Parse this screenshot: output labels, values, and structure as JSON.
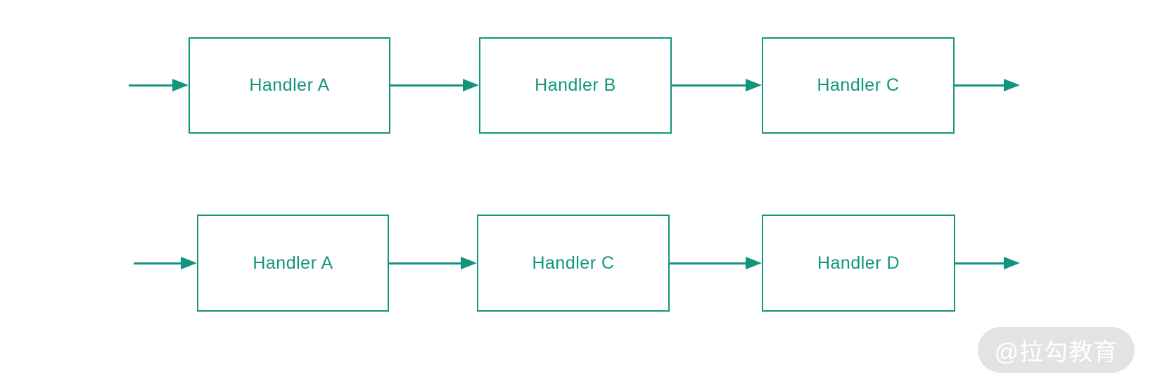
{
  "diagram": {
    "type": "flow-chain",
    "chains": [
      {
        "nodes": [
          "Handler A",
          "Handler B",
          "Handler C"
        ]
      },
      {
        "nodes": [
          "Handler A",
          "Handler C",
          "Handler D"
        ]
      }
    ]
  },
  "watermark": {
    "text": "@拉勾教育"
  },
  "colors": {
    "accent": "#12957E",
    "background": "#ffffff",
    "watermark_bg": "#e3e3e3",
    "watermark_text": "#ffffff"
  }
}
